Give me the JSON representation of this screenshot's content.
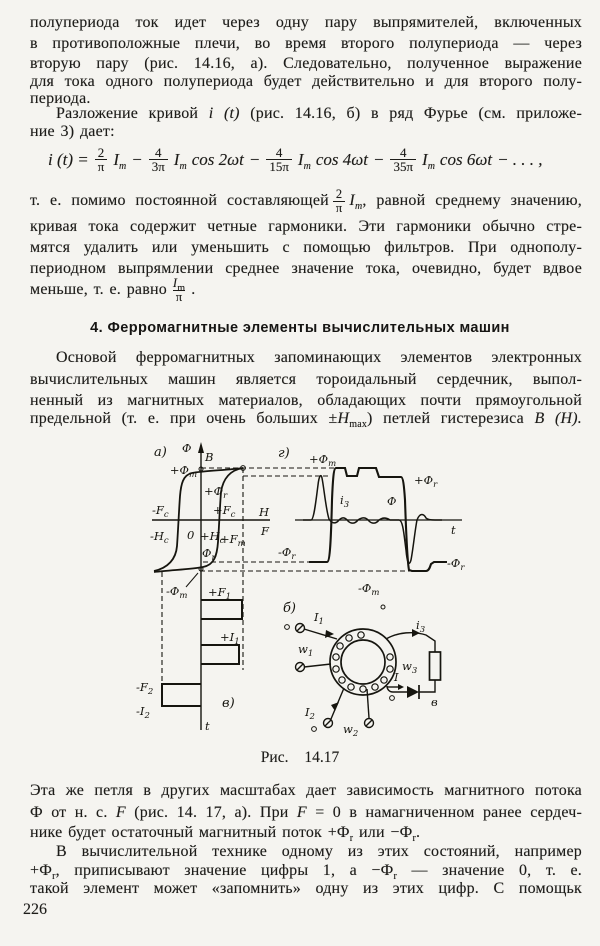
{
  "page": {
    "number": "226"
  },
  "p1": {
    "l1": "полупериода ток идет через одну пару выпрямителей, включенных",
    "l2": "в противоположные плечи, во время второго полупериода — через",
    "l3": "вторую пару (рис. 14.16, а). Следовательно, полученное выражение",
    "l4": "для тока одного полупериода будет действительно и для второго полу-",
    "l5": "периода."
  },
  "p2": {
    "l1a": "Разложение кривой ",
    "l1b": "i (t)",
    "l1c": " (рис. 14.16, б) в ряд Фурье (см. приложе-",
    "l2": "ние 3) дает:"
  },
  "formula": {
    "lhs": "i (t) =",
    "f1n": "2",
    "f1d": "π",
    "I": "I",
    "m": "m",
    "minus": "−",
    "f2n": "4",
    "f2d": "3π",
    "cos2": "cos 2ωt",
    "f3n": "4",
    "f3d": "15π",
    "cos4": "cos 4ωt",
    "f4n": "4",
    "f4d": "35π",
    "cos6": "cos 6ωt",
    "tail": "− . . . ,"
  },
  "p3": {
    "l1a": "т. е. помимо постоянной составляющей",
    "f_n": "2",
    "f_d": "π",
    "I": "I",
    "m": "m",
    "l1b": ", равной среднему значению,",
    "l2": "кривая тока содержит четные гармоники. Эти гармоники обычно стре-",
    "l3": "мятся удалить или уменьшить с помощью фильтров. При однополу-",
    "l4": "периодном выпрямлении среднее значение тока, очевидно, будет вдвое",
    "l5a": "меньше, т. е. равно",
    "fr_I": "I",
    "fr_m": "m",
    "fr_d": "π",
    "l5b": "."
  },
  "heading": "4. Ферромагнитные элементы вычислительных машин",
  "p4": {
    "l1": "Основой ферромагнитных запоминающих элементов электронных",
    "l2": "вычислительных машин является тороидальный сердечник, выпол-",
    "l3": "ненный из магнитных материалов, обладающих почти прямоугольной",
    "l4a": "предельной (т. е. при очень больших ±",
    "H": "H",
    "hsub": "max",
    "l4b": ") петлей гистерезиса ",
    "BH": "B (H)."
  },
  "figure": {
    "caption": "Рис. 14.17",
    "a": {
      "tag": "а)",
      "phi": "Φ",
      "b": "B",
      "zero": "0",
      "h": "H",
      "f": "F",
      "p_phi_m": {
        "m": "+Φ",
        "s": "m"
      },
      "p_phi_r": {
        "m": "+Φ",
        "s": "r"
      },
      "m_f_c": {
        "m": "-F",
        "s": "c"
      },
      "p_f_c": {
        "m": "+F",
        "s": "c"
      },
      "m_h_c": {
        "m": "-H",
        "s": "c"
      },
      "p_h_c": {
        "m": "+H",
        "s": "c"
      },
      "p_f_m": {
        "m": "+F",
        "s": "m"
      },
      "phi_r_neg": {
        "m": "Φ",
        "s": "r"
      },
      "m_phi_m": {
        "m": "-Φ",
        "s": "m"
      }
    },
    "v": {
      "tag": "в)",
      "t": "t",
      "p_f1": {
        "m": "+F",
        "s": "1"
      },
      "p_i1": {
        "m": "+I",
        "s": "1"
      },
      "m_f2": {
        "m": "-F",
        "s": "2"
      },
      "m_i2": {
        "m": "-I",
        "s": "2"
      }
    },
    "g": {
      "tag": "г)",
      "t": "t",
      "phi": "Φ",
      "i3": {
        "m": "i",
        "s": "3"
      },
      "p_phi_m": {
        "m": "+Φ",
        "s": "m"
      },
      "p_phi_r": {
        "m": "+Φ",
        "s": "r"
      },
      "m_phi_r_l": {
        "m": "-Φ",
        "s": "r"
      },
      "m_phi_m": {
        "m": "-Φ",
        "s": "m"
      },
      "m_phi_r_r": {
        "m": "-Φ",
        "s": "r"
      }
    },
    "b": {
      "tag": "б)",
      "i1": {
        "m": "I",
        "s": "1"
      },
      "i2": {
        "m": "I",
        "s": "2"
      },
      "i3": {
        "m": "i",
        "s": "3"
      },
      "w1": {
        "m": "w",
        "s": "1"
      },
      "w2": {
        "m": "w",
        "s": "2"
      },
      "w3": {
        "m": "w",
        "s": "3"
      },
      "current": "I",
      "v_out": "в"
    }
  },
  "p5": {
    "l1": "Эта же петля в других масштабах дает зависимость магнитного потока",
    "l2a": "Ф от н. с. ",
    "F1": "F",
    "l2b": " (рис. 14. 17, а). При ",
    "F2": "F",
    "l2c": " = 0 в намагниченном ранее сердеч-",
    "l3a": "нике будет остаточный магнитный поток +Ф",
    "r1": "r",
    "l3b": " или −Ф",
    "r2": "r",
    "l3c": "."
  },
  "p6": {
    "l1": "В вычислительной технике одному из этих состояний, например",
    "l2a": "+Ф",
    "r1": "r",
    "l2b": ", приписывают значение цифры 1, а −Ф",
    "r2": "r",
    "l2c": " — значение 0, т. е.",
    "l3": "такой элемент может «запомнить» одну из этих цифр. С помощьк"
  }
}
